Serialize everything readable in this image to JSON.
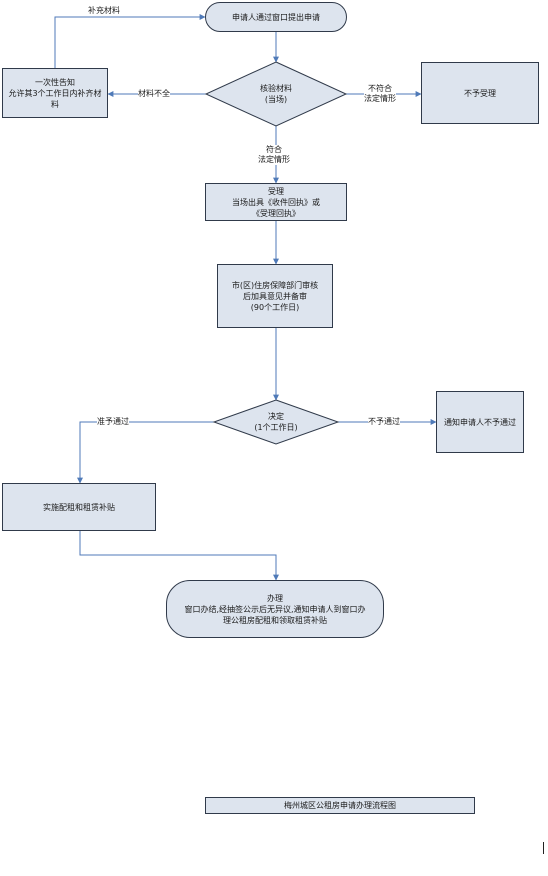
{
  "nodes": {
    "start": "申请人通过窗口提出申请",
    "review_title": "核验材料",
    "review_sub": "(当场)",
    "notify_line1": "一次性告知",
    "notify_line2": "允许其3个工作日内补齐材料",
    "reject": "不予受理",
    "accept_title": "受理",
    "accept_line1": "当场出具《收件回执》或",
    "accept_line2": "《受理回执》",
    "audit_line1": "市(区)住房保障部门审核",
    "audit_line2": "后加具意见并备审",
    "audit_line3": "(90个工作日)",
    "decide_title": "决定",
    "decide_sub": "(1个工作日)",
    "notify_fail": "通知申请人不予通过",
    "issue": "实施配租和租赁补贴",
    "done_title": "办理",
    "done_line1": "窗口办结,经抽签公示后无异议,通知申请人到窗口办",
    "done_line2": "理公租房配租和领取租赁补贴"
  },
  "labels": {
    "supplement": "补充材料",
    "incomplete": "材料不全",
    "not_match_1": "不符合",
    "not_match_2": "法定情形",
    "match_1": "符合",
    "match_2": "法定情形",
    "approved": "准予通过",
    "not_approved": "不予通过"
  },
  "caption": "梅州城区公租房申请办理流程图",
  "colors": {
    "node_fill": "#dde4ee",
    "node_border": "#303a4a",
    "connector": "#4f7ab8"
  }
}
